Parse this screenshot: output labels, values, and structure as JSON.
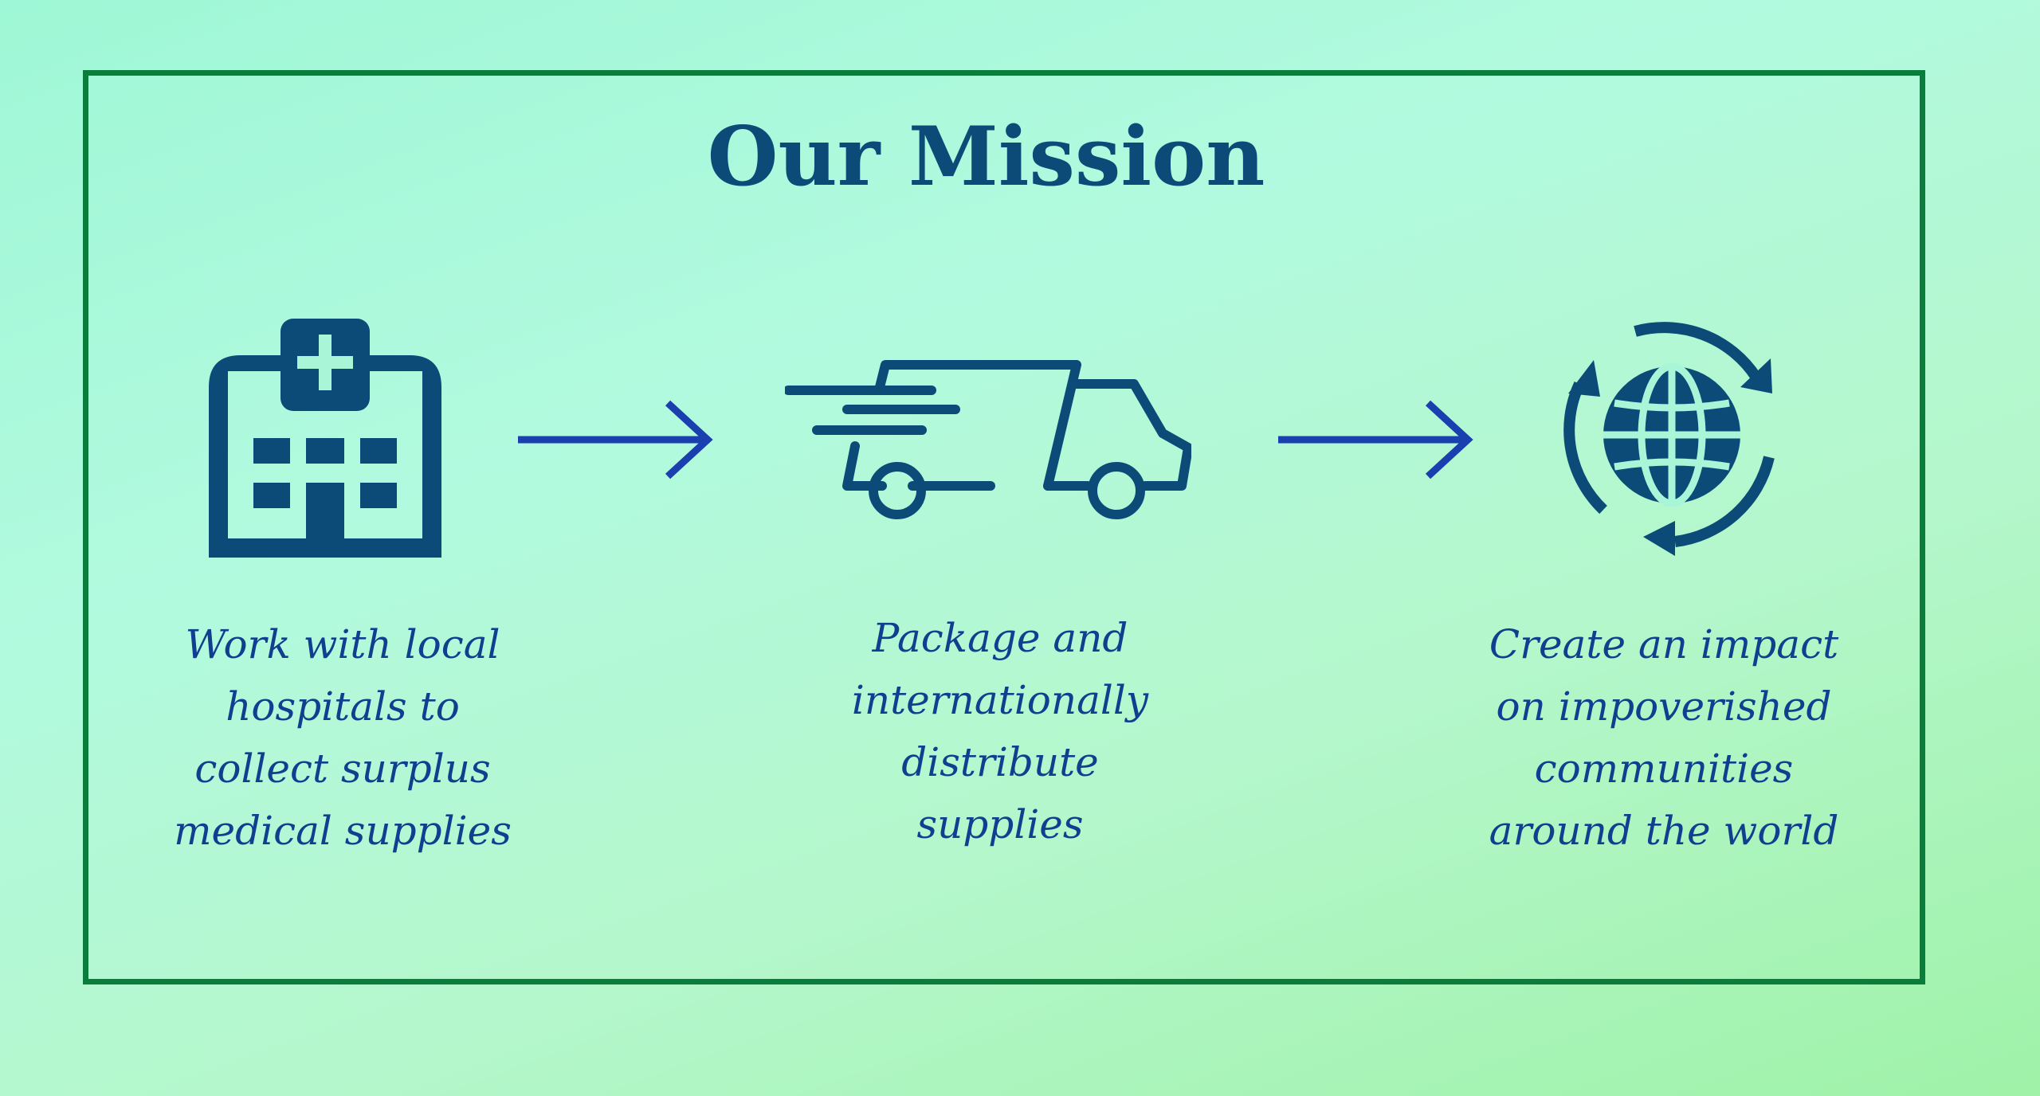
{
  "title": "Our Mission",
  "colors": {
    "background_top": "#9ef7d6",
    "background_bottom": "#9ff2a8",
    "frame": "#0a7d3c",
    "icon": "#0c4a78",
    "arrow": "#1a3fae",
    "caption": "#113f8f"
  },
  "steps": [
    {
      "icon": "hospital-icon",
      "lines": [
        "Work with local",
        "hospitals to",
        "collect surplus",
        "medical supplies"
      ]
    },
    {
      "icon": "delivery-truck-icon",
      "lines": [
        "Package and",
        "internationally",
        "distribute",
        "supplies"
      ]
    },
    {
      "icon": "globe-cycle-icon",
      "lines": [
        "Create an impact",
        "on impoverished",
        "communities",
        "around the world"
      ]
    }
  ],
  "connectors": [
    "arrow-right-icon",
    "arrow-right-icon"
  ]
}
